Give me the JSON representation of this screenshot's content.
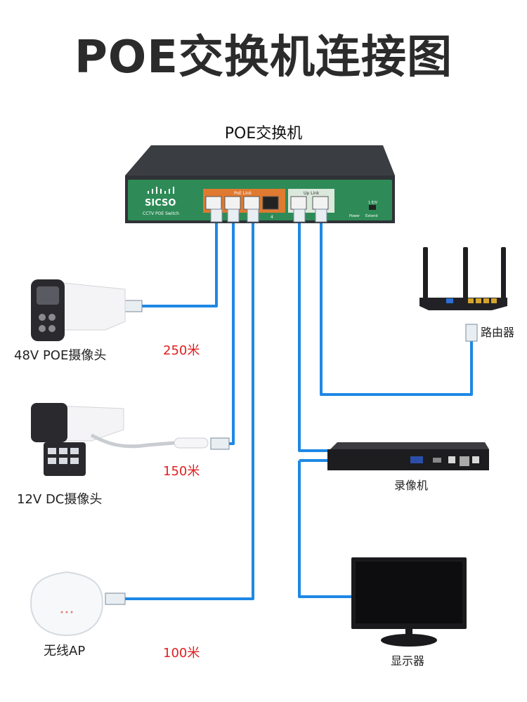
{
  "title": "POE交换机连接图",
  "switch": {
    "caption": "POE交换机",
    "brand": "SICSO",
    "model": "CCTV POE Switch",
    "poe_link_label": "PoE Link",
    "up_link_label": "Up Link",
    "port_number": "4",
    "power_label": "Power",
    "extend_label": "Extend",
    "switch_label": "1 E/V"
  },
  "devices": {
    "camera1": "48V POE摄像头",
    "camera2": "12V DC摄像头",
    "ap": "无线AP",
    "router": "路由器",
    "nvr": "录像机",
    "monitor": "显示器"
  },
  "distances": {
    "d1": "250米",
    "d2": "150米",
    "d3": "100米"
  },
  "colors": {
    "cable": "#1e88e5",
    "switch_body": "#2f3236",
    "switch_face": "#2e8b57",
    "poe_panel": "#e07a30",
    "distance_text": "#e02020"
  }
}
